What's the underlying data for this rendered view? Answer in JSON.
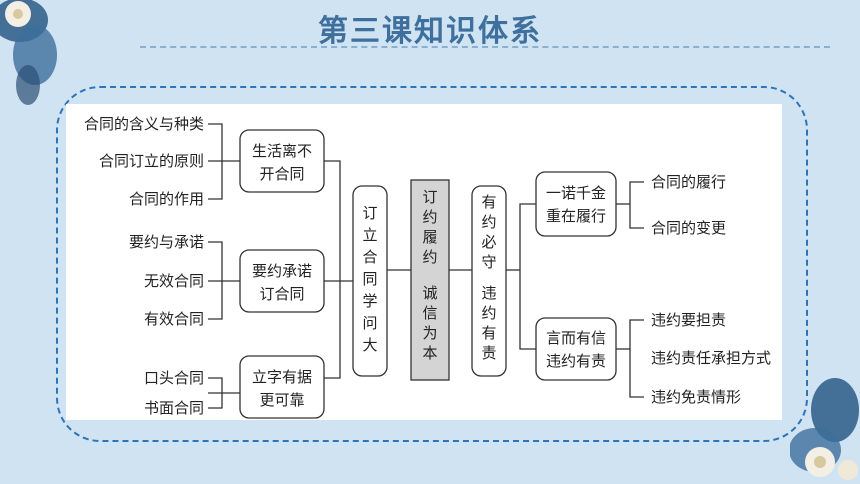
{
  "title": "第三课知识体系",
  "colors": {
    "accent": "#3f6f9c",
    "frame": "#2f74b6",
    "highlight": "#d4d4d4"
  },
  "left_groups": [
    {
      "box": [
        "生活离不",
        "开合同"
      ],
      "leaves": [
        "合同的含义与种类",
        "合同订立的原则",
        "合同的作用"
      ]
    },
    {
      "box": [
        "要约承诺",
        "订合同"
      ],
      "leaves": [
        "要约与承诺",
        "无效合同",
        "有效合同"
      ]
    },
    {
      "box": [
        "立字有据",
        "更可靠"
      ],
      "leaves": [
        "口头合同",
        "书面合同"
      ]
    }
  ],
  "center_left": [
    "订",
    "立",
    "合",
    "同",
    "学",
    "问",
    "大"
  ],
  "center_main": {
    "col1": [
      "订",
      "约",
      "履",
      "约"
    ],
    "col2": [
      "诚",
      "信",
      "为",
      "本"
    ]
  },
  "center_right": {
    "col1": [
      "有",
      "约",
      "必",
      "守"
    ],
    "col2": [
      "违",
      "约",
      "有",
      "责"
    ]
  },
  "right_groups": [
    {
      "box": [
        "一诺千金",
        "重在履行"
      ],
      "leaves": [
        "合同的履行",
        "合同的变更"
      ]
    },
    {
      "box": [
        "言而有信",
        "违约有责"
      ],
      "leaves": [
        "违约要担责",
        "违约责任承担方式",
        "违约免责情形"
      ]
    }
  ]
}
